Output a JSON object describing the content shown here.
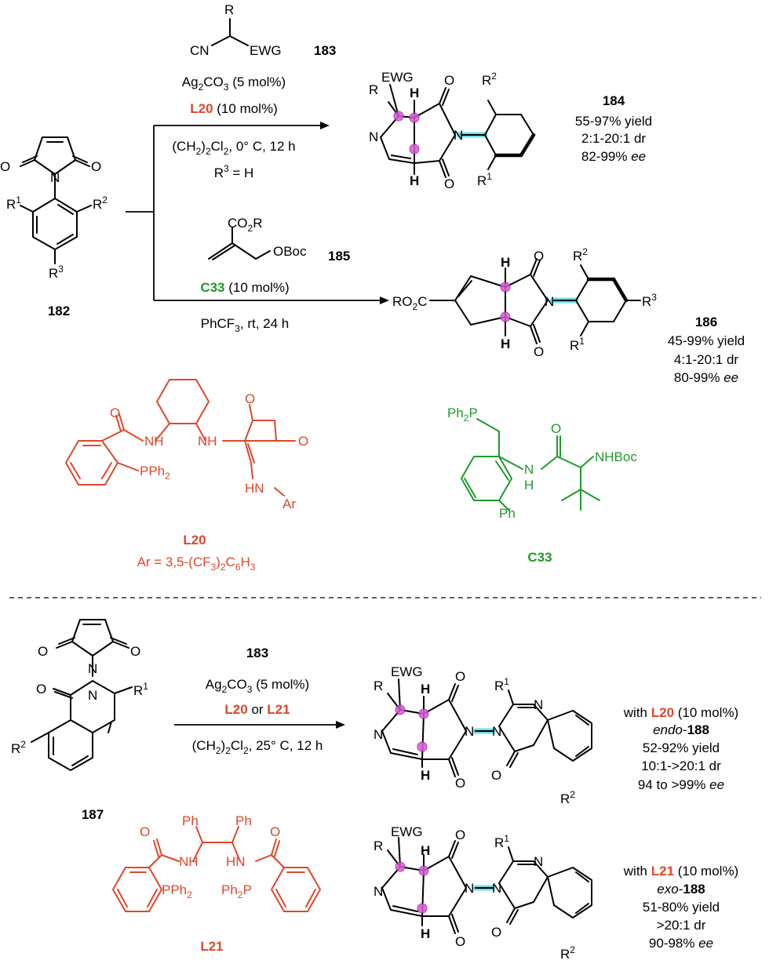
{
  "top_scheme": {
    "reagent_183": {
      "R": "R",
      "CN": "CN",
      "EWG": "EWG",
      "number": "183"
    },
    "cond1_line1": "Ag",
    "cond1_line1_sub": "2",
    "cond1_line1_mid": "CO",
    "cond1_line1_sub2": "3",
    "cond1_line1_end": " (5 mol%)",
    "cond1_ligand": "L20",
    "cond1_ligand_load": " (10 mol%)",
    "cond1_solvent_a": "(CH",
    "cond1_solvent_sub1": "2",
    "cond1_solvent_b": ")",
    "cond1_solvent_sub2": "2",
    "cond1_solvent_c": "Cl",
    "cond1_solvent_sub3": "2",
    "cond1_solvent_d": ", 0° C, 12 h",
    "cond1_r3": "R",
    "cond1_r3_sup": "3",
    "cond1_r3_end": " = H",
    "substrate_182": {
      "R1": "R",
      "R1sup": "1",
      "R2": "R",
      "R2sup": "2",
      "R3": "R",
      "R3sup": "3",
      "O": "O",
      "N": "N",
      "number": "182"
    },
    "product_184": {
      "R": "R",
      "EWG": "EWG",
      "H": "H",
      "N": "N",
      "O": "O",
      "R1": "R",
      "R1sup": "1",
      "R2": "R",
      "R2sup": "2",
      "number": "184",
      "yield": "55-97% yield",
      "dr": "2:1-20:1 dr",
      "ee_val": "82-99% ",
      "ee": "ee"
    },
    "reagent_185": {
      "CO2R_a": "CO",
      "CO2R_sub": "2",
      "CO2R_b": "R",
      "OBoc": "OBoc",
      "number": "185"
    },
    "cond2_cat": "C33",
    "cond2_cat_load": " (10 mol%)",
    "cond2_solvent_a": "PhCF",
    "cond2_solvent_sub": "3",
    "cond2_solvent_b": ", rt, 24 h",
    "product_186": {
      "RO2C_a": "RO",
      "RO2C_sub": "2",
      "RO2C_b": "C",
      "H": "H",
      "N": "N",
      "O": "O",
      "R1": "R",
      "R1sup": "1",
      "R2": "R",
      "R2sup": "2",
      "R3": "R",
      "R3sup": "3",
      "number": "186",
      "yield": "45-99% yield",
      "dr": "4:1-20:1 dr",
      "ee_val": "80-99% ",
      "ee": "ee"
    },
    "L20": {
      "NH1": "NH",
      "NH2": "NH",
      "HN": "HN",
      "Ar": "Ar",
      "O": "O",
      "PPh2_a": "PPh",
      "PPh2_sub": "2",
      "label": "L20",
      "ar_def_a": "Ar = 3,5-(CF",
      "ar_def_sub1": "3",
      "ar_def_b": ")",
      "ar_def_sub2": "2",
      "ar_def_c": "C",
      "ar_def_sub3": "6",
      "ar_def_d": "H",
      "ar_def_sub4": "3"
    },
    "C33": {
      "Ph2P_a": "Ph",
      "Ph2P_sub": "2",
      "Ph2P_b": "P",
      "O": "O",
      "NHBoc": "NHBoc",
      "N": "N",
      "H": "H",
      "Ph": "Ph",
      "label": "C33"
    }
  },
  "bottom_scheme": {
    "substrate_187": {
      "O": "O",
      "N": "N",
      "R1": "R",
      "R1sup": "1",
      "R2": "R",
      "R2sup": "2",
      "number": "187"
    },
    "reagent": "183",
    "cond_line1": "Ag",
    "cond_sub1": "2",
    "cond_mid": "CO",
    "cond_sub2": "3",
    "cond_end": " (5 mol%)",
    "cond_lig_a": "L20",
    "cond_lig_or": " or ",
    "cond_lig_b": "L21",
    "cond_solv_a": "(CH",
    "cond_solv_s1": "2",
    "cond_solv_b": ")",
    "cond_solv_s2": "2",
    "cond_solv_c": "Cl",
    "cond_solv_s3": "2",
    "cond_solv_d": ", 25° C, 12 h",
    "product_endo": {
      "R": "R",
      "EWG": "EWG",
      "H": "H",
      "N": "N",
      "O": "O",
      "R1": "R",
      "R1sup": "1",
      "R2": "R",
      "R2sup": "2",
      "with": "with ",
      "lig": "L20",
      "load": " (10 mol%)",
      "stereo": "endo",
      "dash": "-",
      "number": "188",
      "yield": "52-92% yield",
      "dr": "10:1->20:1 dr",
      "ee_val": "94 to >99% ",
      "ee": "ee"
    },
    "product_exo": {
      "R": "R",
      "EWG": "EWG",
      "H": "H",
      "N": "N",
      "O": "O",
      "R1": "R",
      "R1sup": "1",
      "R2": "R",
      "R2sup": "2",
      "with": "with ",
      "lig": "L21",
      "load": " (10 mol%)",
      "stereo": "exo",
      "dash": "-",
      "number": "188",
      "yield": "51-80% yield",
      "dr": ">20:1 dr",
      "ee_val": "90-98% ",
      "ee": "ee"
    },
    "L21": {
      "Ph1": "Ph",
      "Ph2": "Ph",
      "NH": "NH",
      "HN": "HN",
      "O": "O",
      "PPh2_a": "PPh",
      "PPh2_sub": "2",
      "Ph2P_a": "Ph",
      "Ph2P_sub": "2",
      "Ph2P_b": "P",
      "label": "L21"
    }
  },
  "colors": {
    "ligand": "#e0462a",
    "catalyst": "#1f9a2b",
    "axis_highlight": "#3fd3e0",
    "stereocenter": "#d85ad8"
  }
}
